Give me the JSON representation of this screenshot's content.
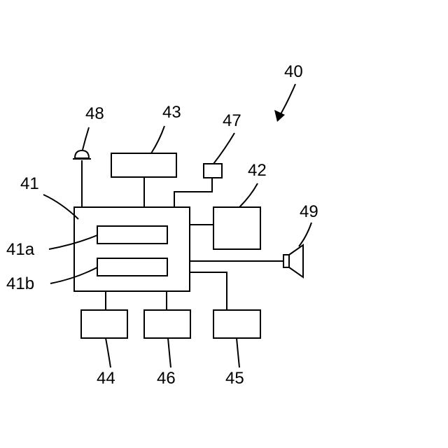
{
  "labels": {
    "system": "40",
    "controller": "41",
    "sub_a": "41a",
    "sub_b": "41b",
    "unit_42": "42",
    "unit_43": "43",
    "unit_44": "44",
    "unit_45": "45",
    "unit_46": "46",
    "sensor_47": "47",
    "lamp_48": "48",
    "speaker_49": "49"
  },
  "colors": {
    "line": "#000000",
    "background": "#ffffff"
  }
}
